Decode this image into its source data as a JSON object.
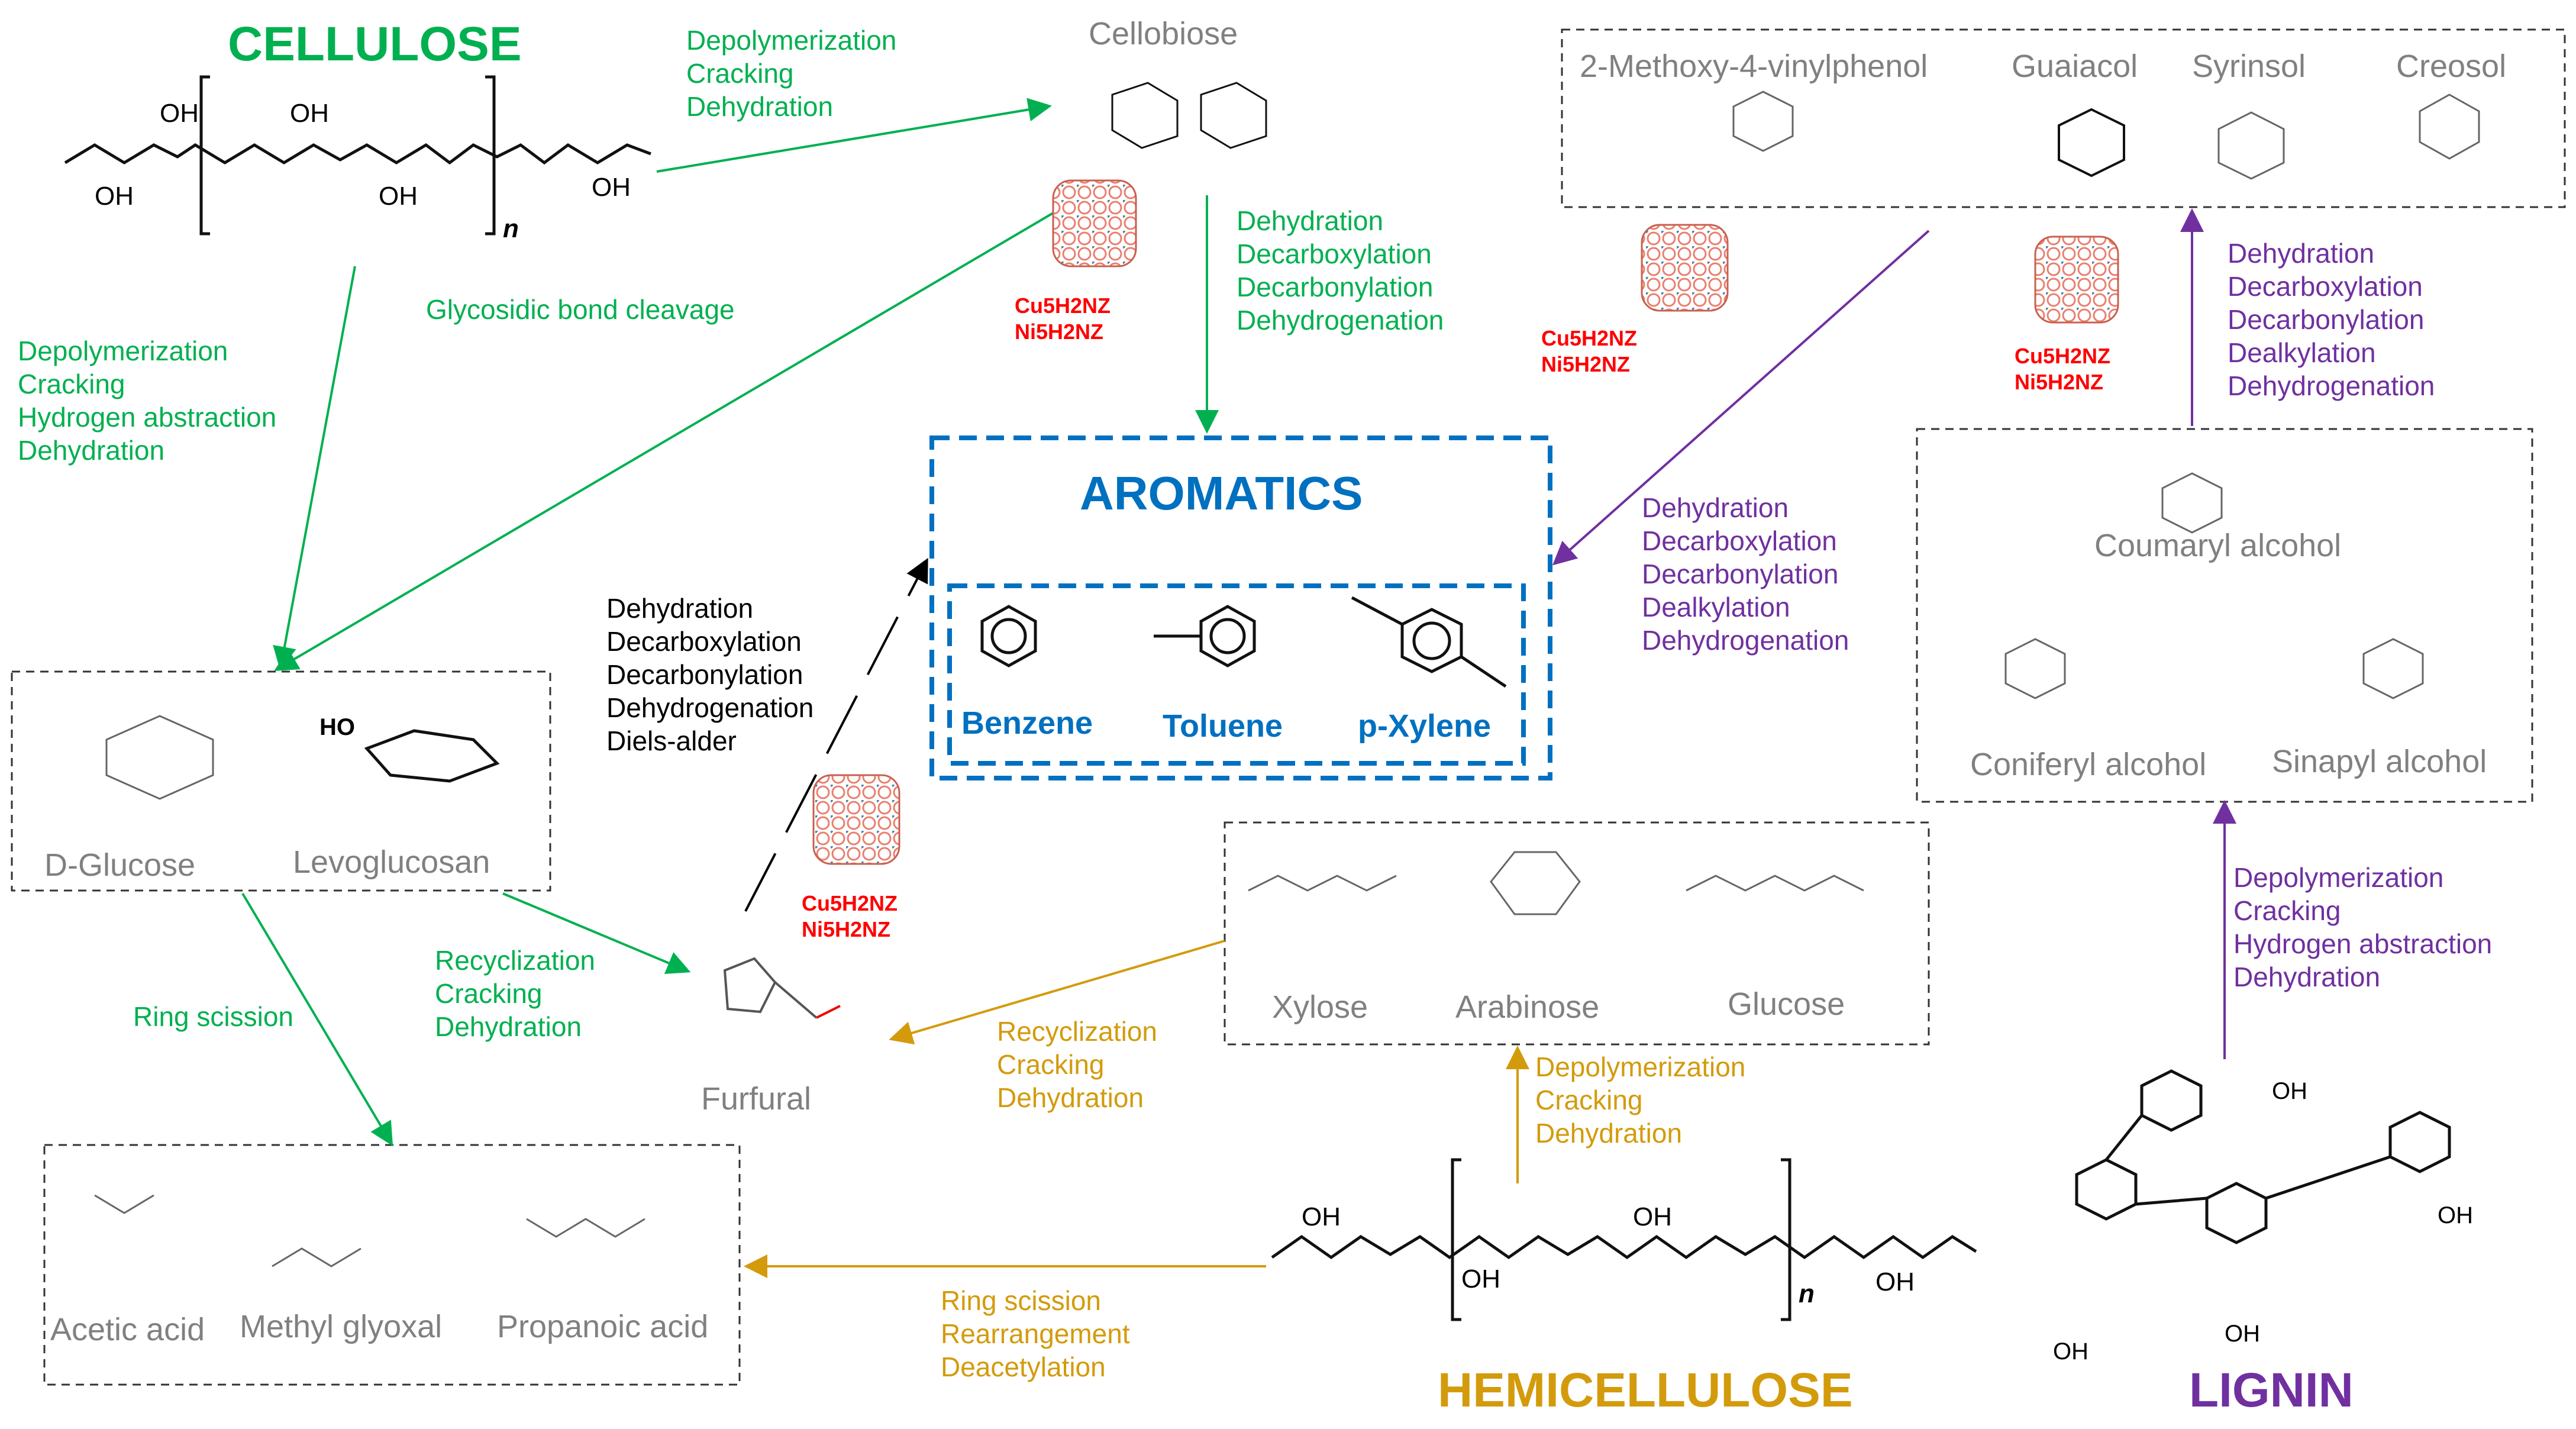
{
  "feedstocks": {
    "cellulose": "CELLULOSE",
    "hemicellulose": "HEMICELLULOSE",
    "lignin": "LIGNIN"
  },
  "cellobiose": "Cellobiose",
  "aromatics": {
    "title": "AROMATICS",
    "benzene": "Benzene",
    "toluene": "Toluene",
    "xylene": "p-Xylene"
  },
  "catalysts": [
    "Cu5H2NZ",
    "Ni5H2NZ"
  ],
  "lignin_monomers": {
    "phenolics": [
      "2-Methoxy-4-vinylphenol",
      "Guaiacol",
      "Syrinsol",
      "Creosol"
    ],
    "coumaryl": "Coumaryl alcohol",
    "coniferyl": "Coniferyl alcohol",
    "sinapyl": "Sinapyl alcohol"
  },
  "sugars": {
    "glucose_d": "D-Glucose",
    "levoglucosan": "Levoglucosan",
    "xylose": "Xylose",
    "arabinose": "Arabinose",
    "glucose": "Glucose"
  },
  "furfural": "Furfural",
  "small_oxygenates": [
    "Acetic acid",
    "Methyl glyoxal",
    "Propanoic acid"
  ],
  "steps": {
    "cellulose_to_cellobiose": [
      "Depolymerization",
      "Cracking",
      "Dehydration"
    ],
    "cellobiose_to_aromatics": [
      "Dehydration",
      "Decarboxylation",
      "Decarbonylation",
      "Dehydrogenation"
    ],
    "glycosidic": "Glycosidic bond cleavage",
    "cellulose_to_glucose": [
      "Depolymerization",
      "Cracking",
      "Hydrogen abstraction",
      "Dehydration"
    ],
    "ring_scission": "Ring scission",
    "glucose_to_furfural": [
      "Recyclization",
      "Cracking",
      "Dehydration"
    ],
    "furfural_to_aromatics": [
      "Dehydration",
      "Decarboxylation",
      "Decarbonylation",
      "Dehydrogenation",
      "Diels-alder"
    ],
    "phenolics_to_aromatics": [
      "Dehydration",
      "Decarboxylation",
      "Decarbonylation",
      "Dealkylation",
      "Dehydrogenation"
    ],
    "alcohols_to_phenolics": [
      "Dehydration",
      "Decarboxylation",
      "Decarbonylation",
      "Dealkylation",
      "Dehydrogenation"
    ],
    "lignin_depoly": [
      "Depolymerization",
      "Cracking",
      "Hydrogen abstraction",
      "Dehydration"
    ],
    "hemi_depoly": [
      "Depolymerization",
      "Cracking",
      "Dehydration"
    ],
    "pentose_to_furfural": [
      "Recyclization",
      "Cracking",
      "Dehydration"
    ],
    "hemi_to_acids": [
      "Ring scission",
      "Rearrangement",
      "Deacetylation"
    ]
  },
  "structure_labels": {
    "oh": "OH",
    "ho": "HO",
    "n": "n"
  },
  "colors": {
    "cellulose": "#00b050",
    "hemicellulose": "#d39b0c",
    "lignin": "#7030a0",
    "aromatics": "#0070c0",
    "catalyst": "#ff0000",
    "zeolite": "#e8806f"
  }
}
